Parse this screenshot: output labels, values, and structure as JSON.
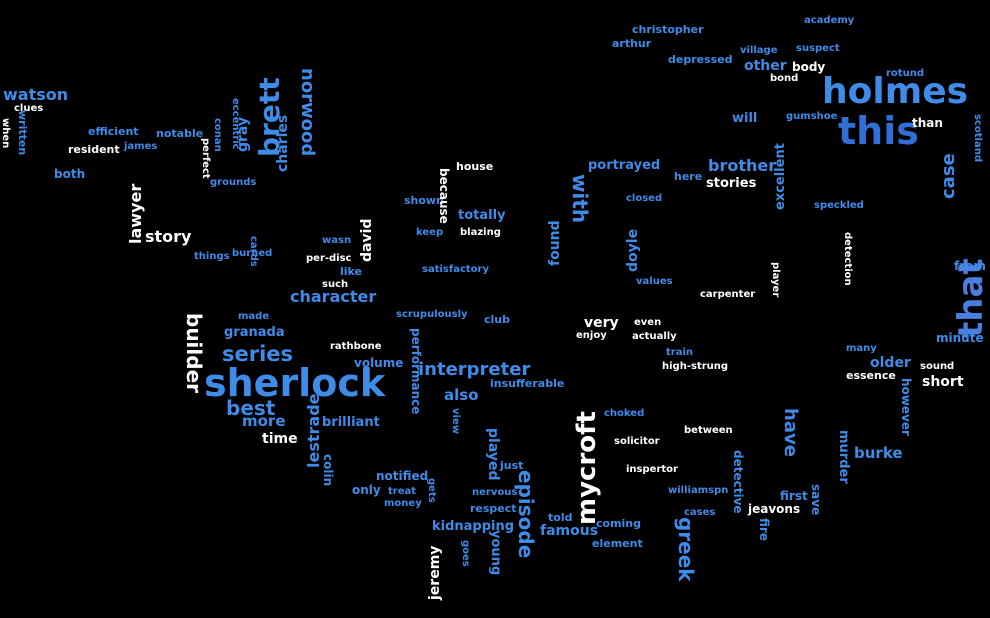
{
  "words": {
    "sherlock": "sherlock",
    "holmes": "holmes",
    "this": "this",
    "that": "that",
    "mycroft": "mycroft",
    "brett": "brett",
    "series": "series",
    "best": "best",
    "builder": "builder",
    "interpreter": "interpreter",
    "character": "character",
    "with": "with",
    "episode": "episode",
    "norwood": "norwood",
    "greek": "greek",
    "brother": "brother",
    "case": "case",
    "story": "story",
    "lawyer": "lawyer",
    "watson": "watson",
    "other": "other",
    "lestrade": "lestrade",
    "more": "more",
    "time": "time",
    "also": "also",
    "have": "have",
    "very": "very",
    "famous": "famous",
    "kidnapping": "kidnapping",
    "burke": "burke",
    "short": "short",
    "older": "older",
    "jeremy": "jeremy",
    "brilliant": "brilliant",
    "granada": "granada",
    "totally": "totally",
    "found": "found",
    "david": "david",
    "doyle": "doyle",
    "charles": "charles",
    "gray": "gray",
    "portrayed": "portrayed",
    "excellent": "excellent",
    "stories": "stories",
    "academy": "academy",
    "christopher": "christopher",
    "arthur": "arthur",
    "depressed": "depressed",
    "bond": "bond",
    "body": "body",
    "village": "village",
    "suspect": "suspect",
    "rotund": "rotund",
    "than": "than",
    "scotland": "scotland",
    "will": "will",
    "gumshoe": "gumshoe",
    "speckled": "speckled",
    "detection": "detection",
    "player": "player",
    "from": "from",
    "minute": "minute",
    "sound": "sound",
    "essence": "essence",
    "many": "many",
    "however": "however",
    "murder": "murder",
    "save": "save",
    "first": "first",
    "jeavons": "jeavons",
    "detective": "detective",
    "fire": "fire",
    "here": "here",
    "closed": "closed",
    "values": "values",
    "carpenter": "carpenter",
    "even": "even",
    "actually": "actually",
    "enjoy": "enjoy",
    "train": "train",
    "high-strung": "high-strung",
    "choked": "choked",
    "solicitor": "solicitor",
    "between": "between",
    "inspertor": "inspertor",
    "williamspn": "williamspn",
    "cases": "cases",
    "element": "element",
    "coming": "coming",
    "told": "told",
    "respect": "respect",
    "nervous": "nervous",
    "just": "just",
    "notified": "notified",
    "only": "only",
    "treat": "treat",
    "money": "money",
    "colin": "colin",
    "volume": "volume",
    "rathbone": "rathbone",
    "like": "like",
    "per-disc": "per-disc",
    "such": "such",
    "wasn": "wasn",
    "keep": "keep",
    "blazing": "blazing",
    "satisfactory": "satisfactory",
    "scrupulously": "scrupulously",
    "club": "club",
    "insufferable": "insufferable",
    "shown": "shown",
    "house": "house",
    "resident": "resident",
    "efficient": "efficient",
    "notable": "notable",
    "clues": "clues",
    "both": "both",
    "things": "things",
    "burned": "burned",
    "made": "made",
    "played": "played",
    "young": "young",
    "because": "because",
    "performance": "performance",
    "james": "james",
    "written": "written",
    "when": "when",
    "grounds": "grounds",
    "cards": "cards",
    "conan": "conan",
    "eccentric": "eccentric",
    "perfect": "perfect",
    "view": "view",
    "gets": "gets",
    "goes": "goes"
  },
  "colors": {
    "background": "#000000",
    "blue_main": "#3f8be8",
    "blue_light": "#5aa0f0",
    "blue_dark": "#2f6fd6",
    "white": "#ffffff"
  }
}
